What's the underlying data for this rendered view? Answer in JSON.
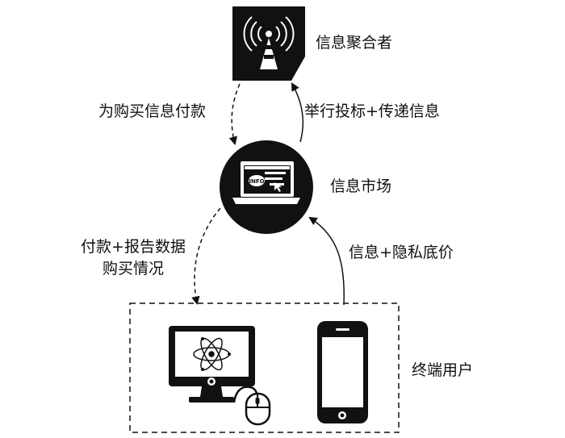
{
  "nodes": {
    "aggregator": {
      "label": "信息聚合者",
      "icon": "antenna-tower-icon"
    },
    "market": {
      "label": "信息市场",
      "icon": "laptop-info-icon",
      "badge": "INFO"
    },
    "end_users": {
      "label": "终端用户",
      "icons": [
        "desktop-monitor-icon",
        "mouse-icon",
        "smartphone-icon"
      ]
    }
  },
  "edges": {
    "market_to_aggregator": {
      "label": "为购买信息付款",
      "style": "dashed"
    },
    "aggregator_to_market": {
      "label": "举行投标+传递信息",
      "style": "solid"
    },
    "market_to_users": {
      "label_lines": [
        "付款+报告数据",
        "购买情况"
      ],
      "style": "dashed"
    },
    "users_to_market": {
      "label": "信息+隐私底价",
      "style": "solid"
    }
  },
  "colors": {
    "ink": "#111111",
    "background": "#ffffff"
  }
}
